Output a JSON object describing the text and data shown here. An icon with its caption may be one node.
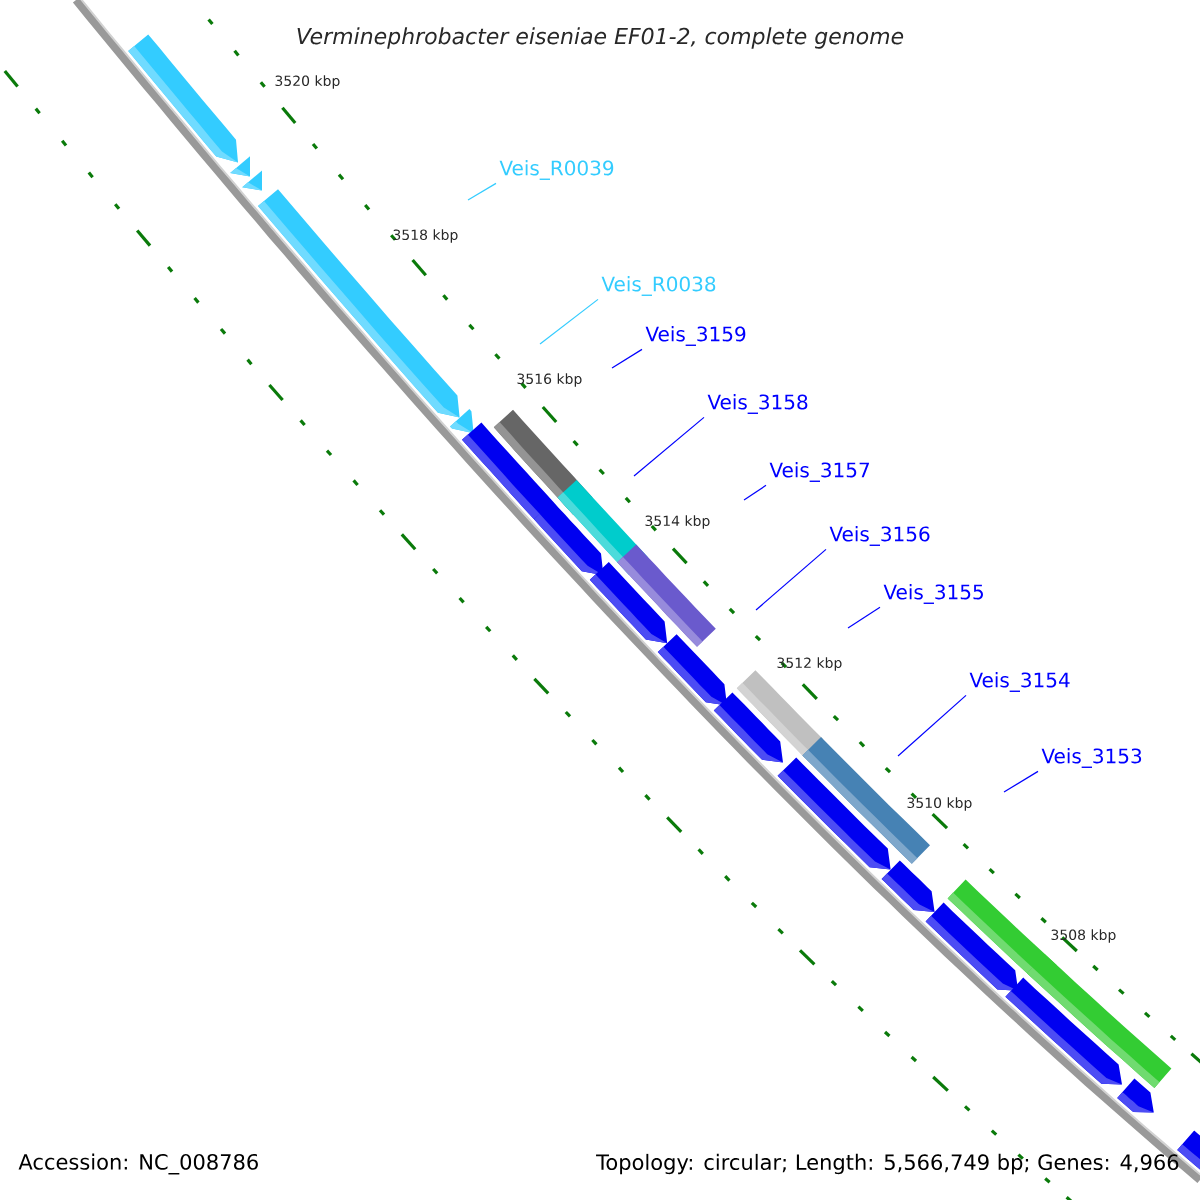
{
  "diagram": {
    "title": "Verminephrobacter eiseniae EF01-2, complete genome",
    "nodes": [
      {
        "text": [
          "Veis_R0039"
        ]
      },
      {
        "text": [
          "Veis_R0038"
        ]
      },
      {
        "text": [
          "Veis_3159"
        ]
      },
      {
        "text": [
          "Veis_3158"
        ]
      },
      {
        "text": [
          "Veis_3157"
        ]
      },
      {
        "text": [
          "Veis_3156"
        ]
      },
      {
        "text": [
          "Veis_3155"
        ]
      },
      {
        "text": [
          "Veis_3154"
        ]
      },
      {
        "text": [
          "Veis_3153"
        ]
      }
    ],
    "edges": [
      {
        "from": 0,
        "to": null,
        "arrow": "none",
        "color": "#33ccff"
      },
      {
        "from": 1,
        "to": null,
        "arrow": "none",
        "color": "#33ccff"
      },
      {
        "from": 2,
        "to": null,
        "arrow": "none"
      },
      {
        "from": 3,
        "to": null,
        "arrow": "none"
      },
      {
        "from": 4,
        "to": null,
        "arrow": "none"
      },
      {
        "from": 5,
        "to": null,
        "arrow": "none"
      },
      {
        "from": 6,
        "to": null,
        "arrow": "none"
      },
      {
        "from": 7,
        "to": null,
        "arrow": "none"
      },
      {
        "from": 8,
        "to": null,
        "arrow": "none"
      }
    ],
    "labels": [
      "3520 kbp",
      "3518 kbp",
      "3516 kbp",
      "3514 kbp",
      "3512 kbp",
      "3510 kbp",
      "3508 kbp",
      "Accession: NC_008786",
      "Topology: circular; Length: 5,566,749 bp; Genes: 4,966"
    ]
  }
}
